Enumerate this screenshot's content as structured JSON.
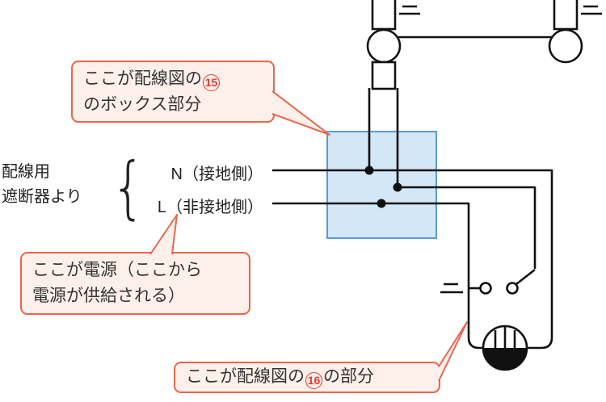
{
  "labels": {
    "source_line1": "配線用",
    "source_line2": "遮断器より",
    "brace": "{",
    "neutral": "N（接地側）",
    "live": "L（非接地側）"
  },
  "callouts": {
    "box": {
      "line1_text": "ここが配線図の",
      "line1_number": "15",
      "line2_text": "のボックス部分"
    },
    "power": {
      "line1": "ここが電源（ここから",
      "line2": "電源が供給される）"
    },
    "part": {
      "text_before": "ここが配線図の",
      "number": "16",
      "text_after": "の部分"
    }
  },
  "colors": {
    "callout_border": "#e8654d",
    "callout_background": "#fdf0ea",
    "circled_number_red": "#e8382d",
    "junction_box_fill": "#d3e7f7",
    "junction_box_border": "#5b9bd5",
    "wire": "#111111"
  },
  "diagram": {
    "junction_box": "junction box (wiring diagram location 15)",
    "devices": [
      "ceiling-fixture-left",
      "ceiling-fixture-right",
      "switch",
      "lamp"
    ],
    "connection_dots": 3
  }
}
